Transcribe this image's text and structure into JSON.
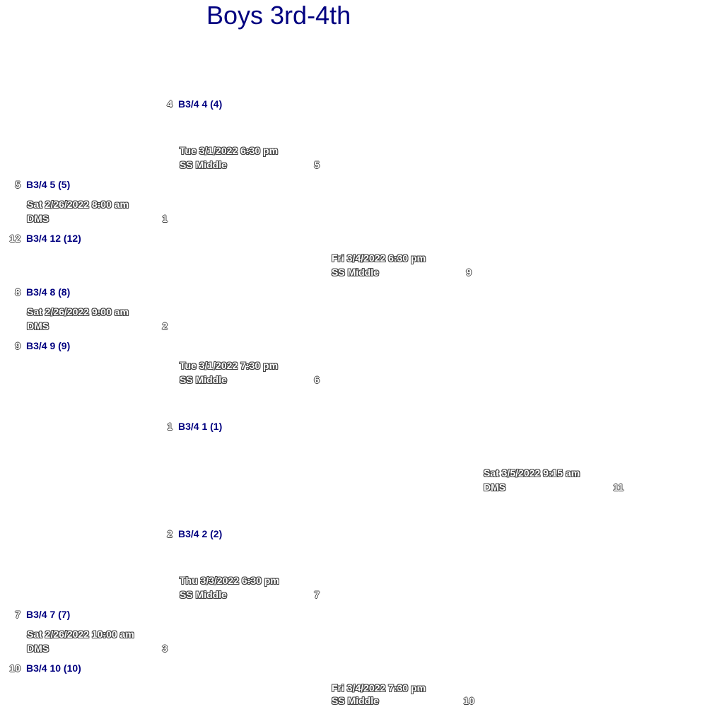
{
  "title": "Boys 3rd-4th",
  "teams": {
    "t4": {
      "seed": "4",
      "name": "B3/4 4 (4)"
    },
    "t5": {
      "seed": "5",
      "name": "B3/4 5 (5)"
    },
    "t12": {
      "seed": "12",
      "name": "B3/4 12 (12)"
    },
    "t8": {
      "seed": "8",
      "name": "B3/4 8 (8)"
    },
    "t9": {
      "seed": "9",
      "name": "B3/4 9 (9)"
    },
    "t1": {
      "seed": "1",
      "name": "B3/4 1 (1)"
    },
    "t2": {
      "seed": "2",
      "name": "B3/4 2 (2)"
    },
    "t7": {
      "seed": "7",
      "name": "B3/4 7 (7)"
    },
    "t10": {
      "seed": "10",
      "name": "B3/4 10 (10)"
    }
  },
  "games": {
    "g1": {
      "datetime": "Sat 2/26/2022 8:00 am",
      "venue": "DMS",
      "number": "1"
    },
    "g2": {
      "datetime": "Sat 2/26/2022 9:00 am",
      "venue": "DMS",
      "number": "2"
    },
    "g3": {
      "datetime": "Sat 2/26/2022 10:00 am",
      "venue": "DMS",
      "number": "3"
    },
    "g5": {
      "datetime": "Tue 3/1/2022 6:30 pm",
      "venue": "SS Middle",
      "number": "5"
    },
    "g6": {
      "datetime": "Tue 3/1/2022 7:30 pm",
      "venue": "SS Middle",
      "number": "6"
    },
    "g7": {
      "datetime": "Thu 3/3/2022 6:30 pm",
      "venue": "SS Middle",
      "number": "7"
    },
    "g9": {
      "datetime": "Fri 3/4/2022 6:30 pm",
      "venue": "SS Middle",
      "number": "9"
    },
    "g10": {
      "datetime": "Fri 3/4/2022 7:30 pm",
      "venue": "SS Middle",
      "number": "10"
    },
    "g11": {
      "datetime": "Sat 3/5/2022 9:15 am",
      "venue": "DMS",
      "number": "11"
    }
  }
}
